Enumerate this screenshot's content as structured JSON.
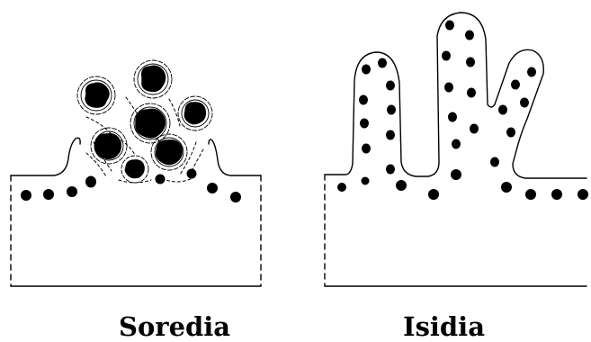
{
  "colors": {
    "ink": "#000000",
    "background": "#ffffff"
  },
  "panels": [
    {
      "id": "soredia",
      "label": "Soredia"
    },
    {
      "id": "isidia",
      "label": "Isidia"
    }
  ]
}
